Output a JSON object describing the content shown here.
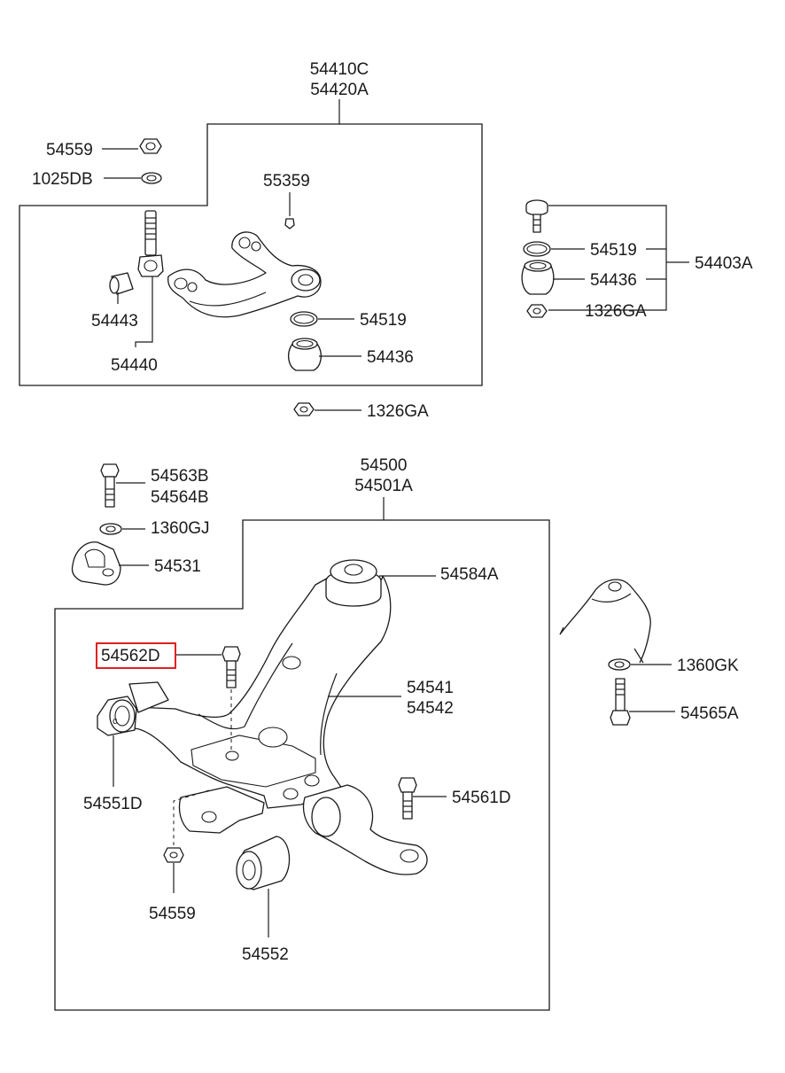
{
  "diagram": {
    "highlight_color": "#e02020",
    "line_color": "#1a1a1a",
    "upper_assembly": {
      "label_line1": "54410C",
      "label_line2": "54420A",
      "nut": "54559",
      "washer": "1025DB",
      "bolt": "55359",
      "bushing": "54443",
      "bushing_assy": "54440",
      "ring": "54519",
      "boot": "54436",
      "outer_nut": "1326GA"
    },
    "ball_joint_kit": {
      "assembly": "54403A",
      "ring": "54519",
      "boot": "54436",
      "nut": "1326GA"
    },
    "lower_assembly": {
      "label_line1": "54500",
      "label_line2": "54501A",
      "bolt_line1": "54563B",
      "bolt_line2": "54564B",
      "washer": "1360GJ",
      "bracket": "54531",
      "bushing_top": "54584A",
      "highlighted_bolt": "54562D",
      "arm_line1": "54541",
      "arm_line2": "54542",
      "bushing_front": "54551D",
      "rear_bolt": "54561D",
      "nut": "54559",
      "bushing_rear": "54552"
    },
    "side_parts": {
      "washer": "1360GK",
      "bolt": "54565A"
    }
  }
}
